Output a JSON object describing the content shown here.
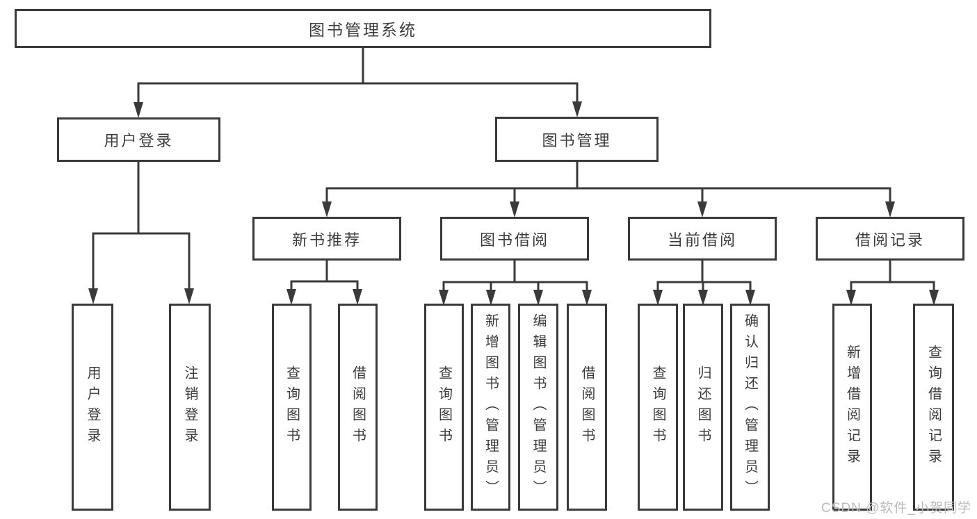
{
  "diagram": {
    "title": "图书管理系统",
    "tree": {
      "label": "图书管理系统",
      "children": [
        {
          "label": "用户登录",
          "children": [
            {
              "label": "用户登录"
            },
            {
              "label": "注销登录"
            }
          ]
        },
        {
          "label": "图书管理",
          "children": [
            {
              "label": "新书推荐",
              "children": [
                {
                  "label": "查询图书"
                },
                {
                  "label": "借阅图书"
                }
              ]
            },
            {
              "label": "图书借阅",
              "children": [
                {
                  "label": "查询图书"
                },
                {
                  "label": "新增图书（管理员）"
                },
                {
                  "label": "编辑图书（管理员）"
                },
                {
                  "label": "借阅图书"
                }
              ]
            },
            {
              "label": "当前借阅",
              "children": [
                {
                  "label": "查询图书"
                },
                {
                  "label": "归还图书"
                },
                {
                  "label": "确认归还（管理员）"
                }
              ]
            },
            {
              "label": "借阅记录",
              "children": [
                {
                  "label": "新增借阅记录"
                },
                {
                  "label": "查询借阅记录"
                }
              ]
            }
          ]
        }
      ]
    }
  },
  "watermark": {
    "text": "CSDN @软件_小贺同学"
  },
  "colors": {
    "line": "#3a3a3a",
    "text": "#3c3c3c",
    "watermark": "#bcbcbc",
    "background": "#ffffff"
  }
}
